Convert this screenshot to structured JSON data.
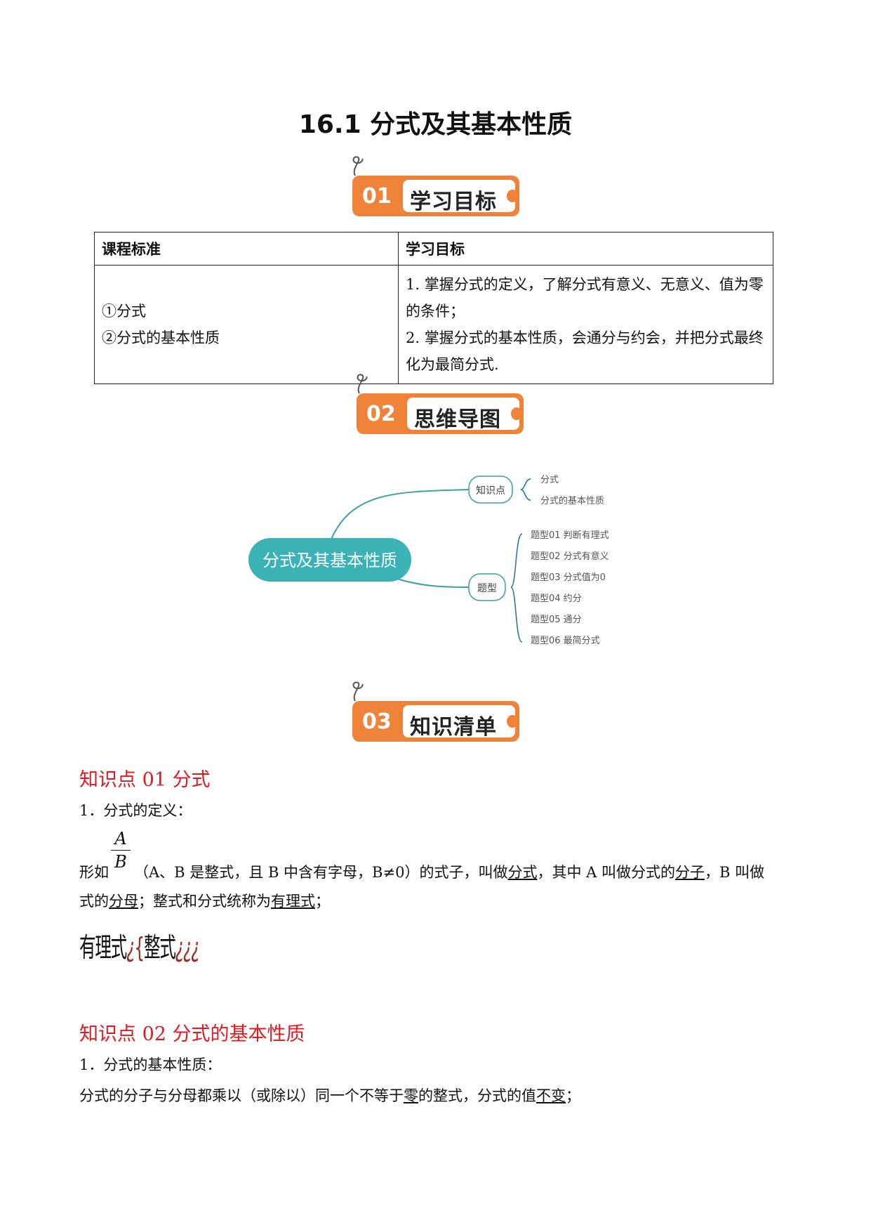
{
  "doc_title": "16.1 分式及其基本性质",
  "sections": [
    {
      "num": "01",
      "label": "学习目标"
    },
    {
      "num": "02",
      "label": "思维导图"
    },
    {
      "num": "03",
      "label": "知识清单"
    }
  ],
  "standards_table": {
    "headers": [
      "课程标准",
      "学习目标"
    ],
    "left_lines": [
      "①分式",
      "②分式的基本性质"
    ],
    "right_lines": [
      "1. 掌握分式的定义，了解分式有意义、无意义、值为零的条件；",
      "2. 掌握分式的基本性质，会通分与约会，并把分式最终化为最简分式."
    ]
  },
  "mind_map": {
    "root": "分式及其基本性质",
    "branches": [
      {
        "label": "知识点",
        "children": [
          "分式",
          "分式的基本性质"
        ]
      },
      {
        "label": "题型",
        "children": [
          "题型01 判断有理式",
          "题型02 分式有意义",
          "题型03 分式值为0",
          "题型04 约分",
          "题型05 通分",
          "题型06 最简分式"
        ]
      }
    ],
    "colors": {
      "root": "#3bb3b6",
      "branch": "#3aa0a6",
      "bracket": "#1f6fa3"
    }
  },
  "kp1": {
    "heading": "知识点 01  分式",
    "item1": "1．分式的定义：",
    "frac_num": "A",
    "frac_den": "B",
    "line1_a": "形如",
    "line1_b": "（A、B 是整式，且 B 中含有字母，B≠0）的式子，叫做",
    "u_fenshi": "分式",
    "line1_c": "，其中 A 叫做分式的",
    "u_fenzi": "分子",
    "line1_d": "，B 叫做",
    "line2_a": "式的",
    "u_fenmu": "分母",
    "line2_b": "；整式和分式统称为",
    "u_youlishi": "有理式",
    "line2_c": "；",
    "hand_a": "有理式",
    "hand_q1": "¿",
    "hand_bracket": "{",
    "hand_b": "整式",
    "hand_q2": "¿¿¿"
  },
  "kp2": {
    "heading": "知识点 02  分式的基本性质",
    "item1": "1．分式的基本性质：",
    "line_a": "分式的分子与分母都乘以（或除以）同一个不等于",
    "u_ling": "零",
    "line_b": "的整式，分式的值",
    "u_bubian": "不变",
    "line_c": "；"
  },
  "accent": {
    "orange": "#f0833a",
    "red": "#e3191f"
  }
}
